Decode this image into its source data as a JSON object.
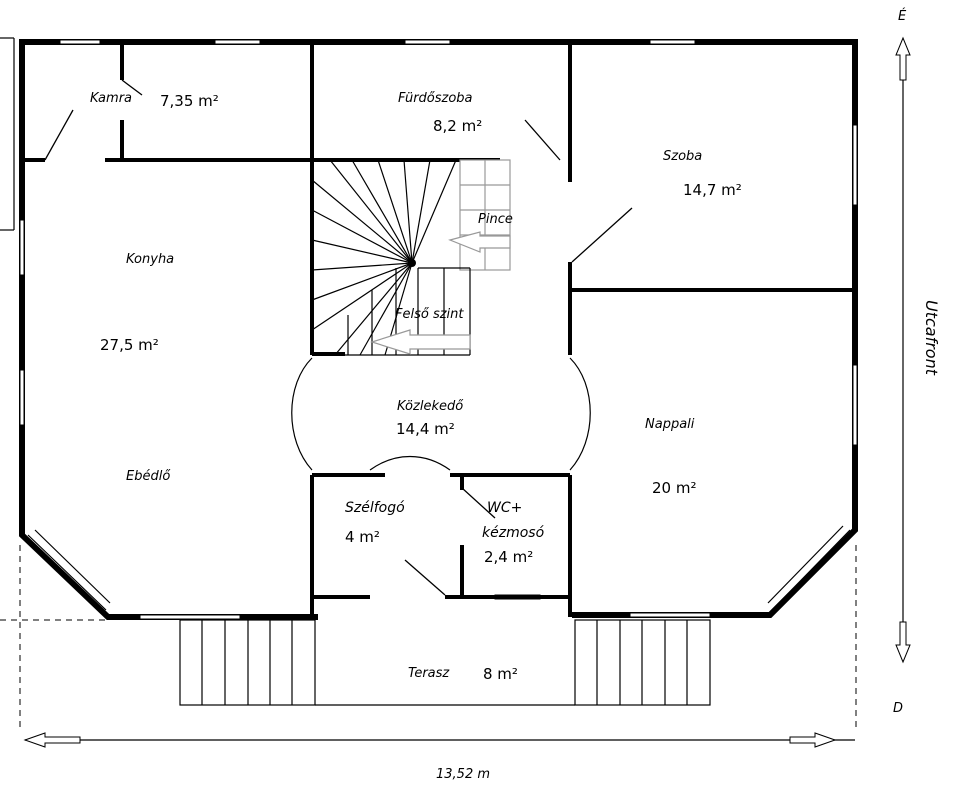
{
  "rooms": {
    "kamra": {
      "name": "Kamra",
      "area": "7,35 m²"
    },
    "furdoszoba": {
      "name": "Fürdőszoba",
      "area": "8,2 m²"
    },
    "szoba": {
      "name": "Szoba",
      "area": "14,7 m²"
    },
    "konyha": {
      "name": "Konyha",
      "area": "27,5 m²"
    },
    "ebedlo": {
      "name": "Ebédlő"
    },
    "pince": {
      "name": "Pince"
    },
    "felso_szint": {
      "name": "Felső szint"
    },
    "kozlekedo": {
      "name": "Közlekedő",
      "area": "14,4 m²"
    },
    "nappali": {
      "name": "Nappali",
      "area": "20 m²"
    },
    "szelfogo": {
      "name": "Szélfogó",
      "area": "4 m²"
    },
    "wc": {
      "name_line1": "WC+",
      "name_line2": "kézmosó",
      "area": "2,4 m²"
    },
    "terasz": {
      "name": "Terasz",
      "area": "8 m²"
    }
  },
  "orientation": {
    "north": "É",
    "south": "D",
    "street": "Utcafront"
  },
  "dimension": {
    "width": "13,52 m"
  }
}
